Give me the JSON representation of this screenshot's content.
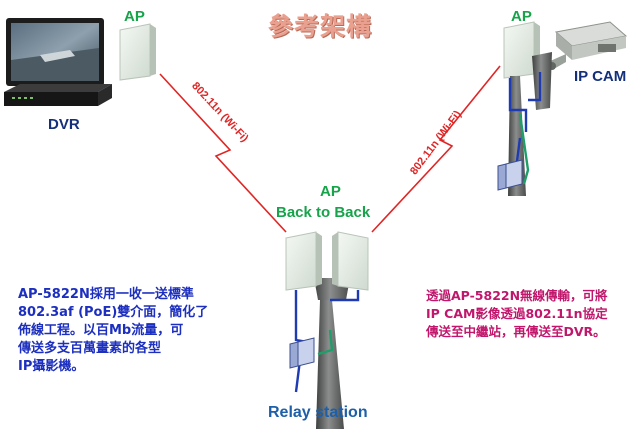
{
  "title": "參考架構",
  "labels": {
    "ap_left": "AP",
    "ap_right": "AP",
    "ap_center": "AP",
    "back_to_back": "Back to Back",
    "dvr": "DVR",
    "ip_cam": "IP CAM",
    "relay_station": "Relay station",
    "wifi_left": "802.11n (Wi-Fi)",
    "wifi_right": "802.11n (Wi-Fi)"
  },
  "notes": {
    "left": [
      "AP-5822N採用一收一送標準",
      "802.3af (PoE)雙介面，簡化了",
      "佈線工程。以百Mb流量，可",
      "傳送多支百萬畫素的各型",
      "IP攝影機。"
    ],
    "right": [
      "透過AP-5822N無線傳輸，可將",
      "IP CAM影像透過802.11n協定",
      "傳送至中繼站，再傳送至DVR。"
    ]
  },
  "colors": {
    "title": "#e9a08e",
    "label_green": "#17a34a",
    "label_navy": "#14307a",
    "relay_label": "#1d5fa8",
    "wifi_link": "#e02525",
    "note_left": "#1c2fbf",
    "note_right": "#c0176c",
    "panel": "#e4ece4",
    "pole": "#5f6161",
    "cable_blue": "#1f3bb3",
    "cable_green": "#1f9e6a"
  },
  "icons": [
    "monitor-icon",
    "dvr-recorder-icon",
    "ap-panel-icon",
    "ip-camera-icon",
    "junction-box-icon",
    "pole-icon",
    "lightning-link-icon"
  ]
}
